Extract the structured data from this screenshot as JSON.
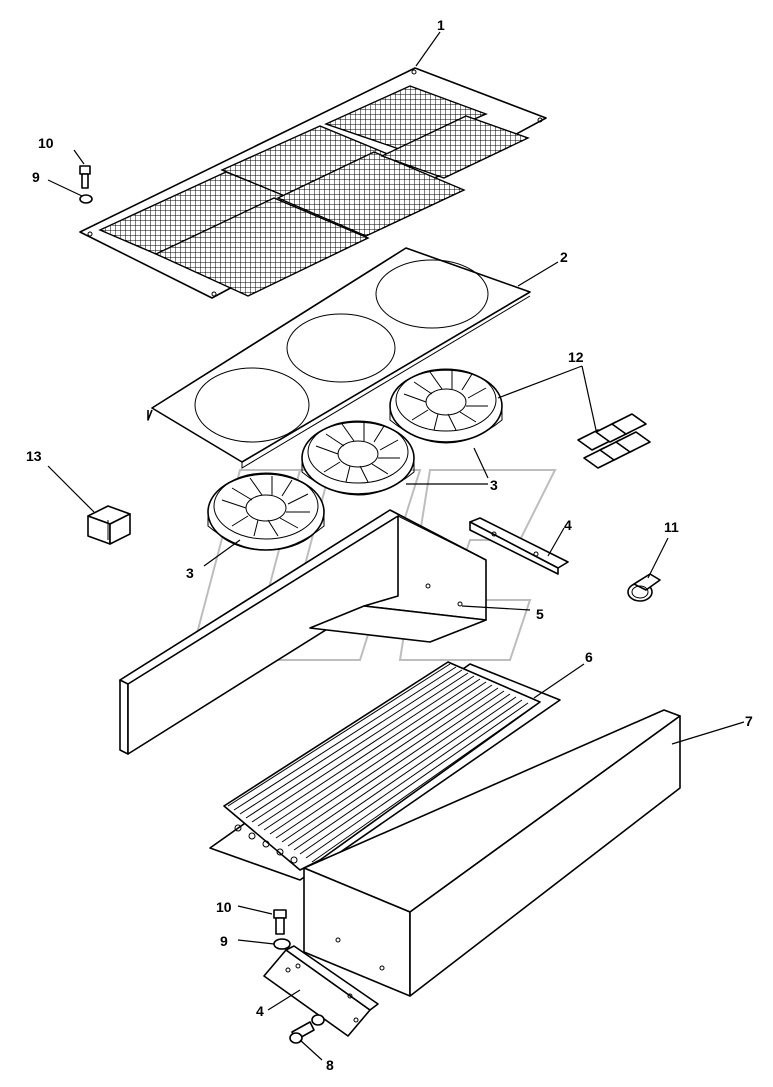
{
  "callouts": {
    "c1": "1",
    "c2": "2",
    "c3a": "3",
    "c3b": "3",
    "c4a": "4",
    "c4b": "4",
    "c5": "5",
    "c6": "6",
    "c7": "7",
    "c8": "8",
    "c9a": "9",
    "c9b": "9",
    "c10a": "10",
    "c10b": "10",
    "c11": "11",
    "c12": "12",
    "c13": "13"
  }
}
